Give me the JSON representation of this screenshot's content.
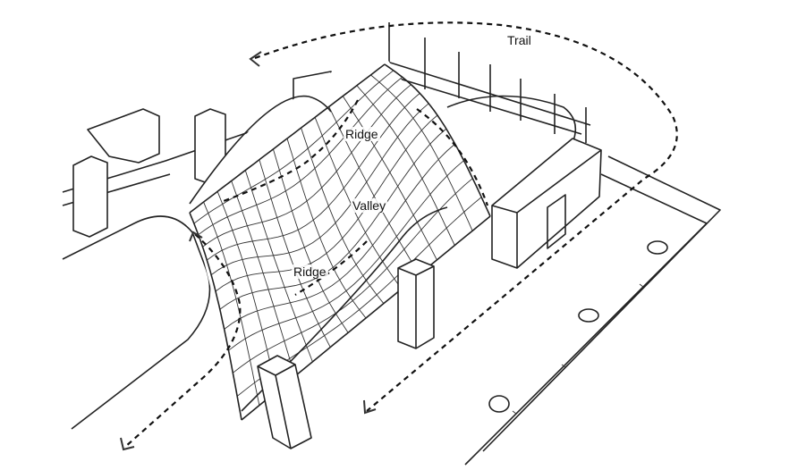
{
  "labels": {
    "trail": "Trail",
    "ridge_upper": "Ridge",
    "valley": "Valley",
    "ridge_lower": "Ridge"
  }
}
